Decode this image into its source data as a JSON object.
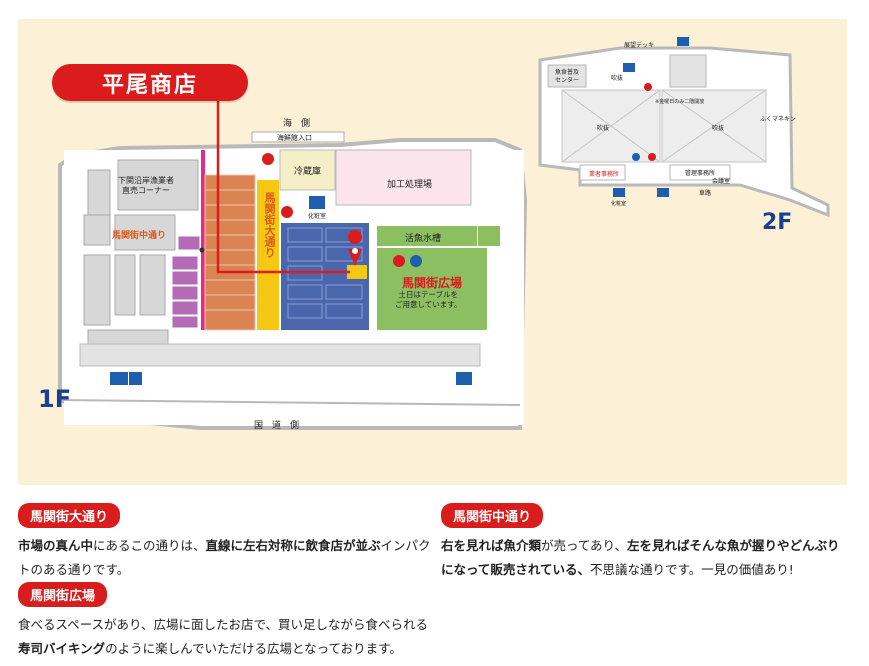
{
  "store_name": "平尾商店",
  "floor_1f": "1F",
  "floor_2f": "2F",
  "map_1f": {
    "sea_side": "海　側",
    "fish_market_entrance": "海鮮館入口",
    "cold_storage": "冷蔵庫",
    "processing_plant": "加工処理場",
    "local_fishers_corner": "下関沿岸漁業者\n直売コーナー",
    "middle_street": "馬関街中通り",
    "main_street_vertical": "馬関街大通り",
    "live_fish_tank": "活魚水槽",
    "plaza": "馬関街広場",
    "plaza_note": "土日はテーブルを\nご用意しています。",
    "road_side": "国　道　側",
    "restroom": "化粧室"
  },
  "map_2f": {
    "observation_deck": "展望デッキ",
    "food_center": "魚食普及\nセンター",
    "atrium_1": "吹抜",
    "atrium_2": "吹抜",
    "atrium_3": "吹抜",
    "fuku_mannequin": "ふくマネキン",
    "note": "※金曜日のみ二階開放",
    "admin_office": "管理事務所",
    "meeting_room": "会議室",
    "tenant_office": "業者事務所",
    "passage": "車路",
    "restroom": "化粧室"
  },
  "sections": {
    "main_street": {
      "tag": "馬関街大通り",
      "text_parts": [
        {
          "t": "市場の真ん中",
          "b": true
        },
        {
          "t": "にあるこの通りは、",
          "b": false
        },
        {
          "t": "直線に左右対称に飲食店が並ぶ",
          "b": true
        },
        {
          "t": "インパクトのある通りです。",
          "b": false
        }
      ]
    },
    "plaza": {
      "tag": "馬関街広場",
      "text_parts": [
        {
          "t": "食べるスペースがあり、広場に面したお店で、買い足しながら食べられる",
          "b": false
        },
        {
          "t": "寿司バイキング",
          "b": true
        },
        {
          "t": "のように楽しんでいただける広場となっております。",
          "b": false
        }
      ]
    },
    "middle_street": {
      "tag": "馬関街中通り",
      "text_parts": [
        {
          "t": "右を見れば魚介類",
          "b": true
        },
        {
          "t": "が売ってあり、",
          "b": false
        },
        {
          "t": "左を見ればそんな魚が握りやどんぶりになって販売されている、",
          "b": true
        },
        {
          "t": "不思議な通りです。一見の価値あり!",
          "b": false
        }
      ]
    }
  },
  "colors": {
    "panel_bg": "#fcf1d6",
    "accent_red": "#dc1c1c",
    "blue_stalls": "#4a66ad",
    "orange_stalls": "#d98452",
    "yellow_street": "#f5c813",
    "purple_stalls": "#b46bb5",
    "green_plaza": "#8cbf61",
    "pink_processing": "#fbe4ec"
  }
}
